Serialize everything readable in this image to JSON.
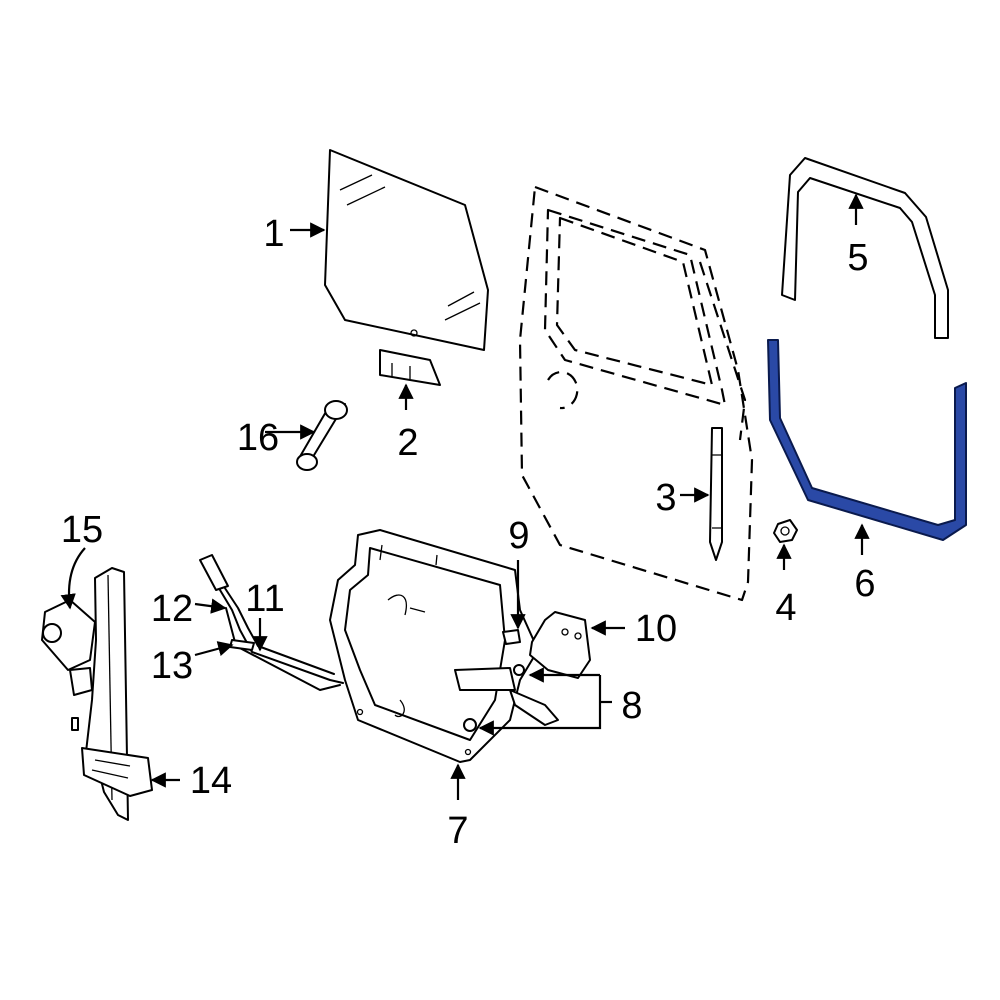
{
  "callouts": {
    "c1": "1",
    "c2": "2",
    "c3": "3",
    "c4": "4",
    "c5": "5",
    "c6": "6",
    "c7": "7",
    "c8": "8",
    "c9": "9",
    "c10": "10",
    "c11": "11",
    "c12": "12",
    "c13": "13",
    "c14": "14",
    "c15": "15",
    "c16": "16"
  },
  "colors": {
    "highlight": "#2a49a6",
    "line": "#000000",
    "background": "#ffffff"
  }
}
